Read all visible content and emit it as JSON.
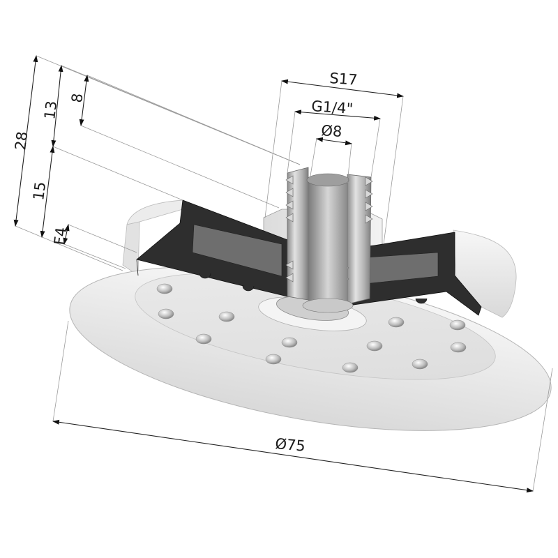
{
  "dimensions": {
    "height_total": "28",
    "height_13": "13",
    "height_8": "8",
    "height_15": "15",
    "height_f4": "F4",
    "hex_s17": "S17",
    "thread": "G1/4\"",
    "bore": "Ø8",
    "diameter": "Ø75"
  },
  "colors": {
    "cup_light": "#e6e6e6",
    "cut_dark": "#2e2e2e",
    "insert_grey": "#6e6e6e",
    "metal": "#b8b8b8"
  }
}
